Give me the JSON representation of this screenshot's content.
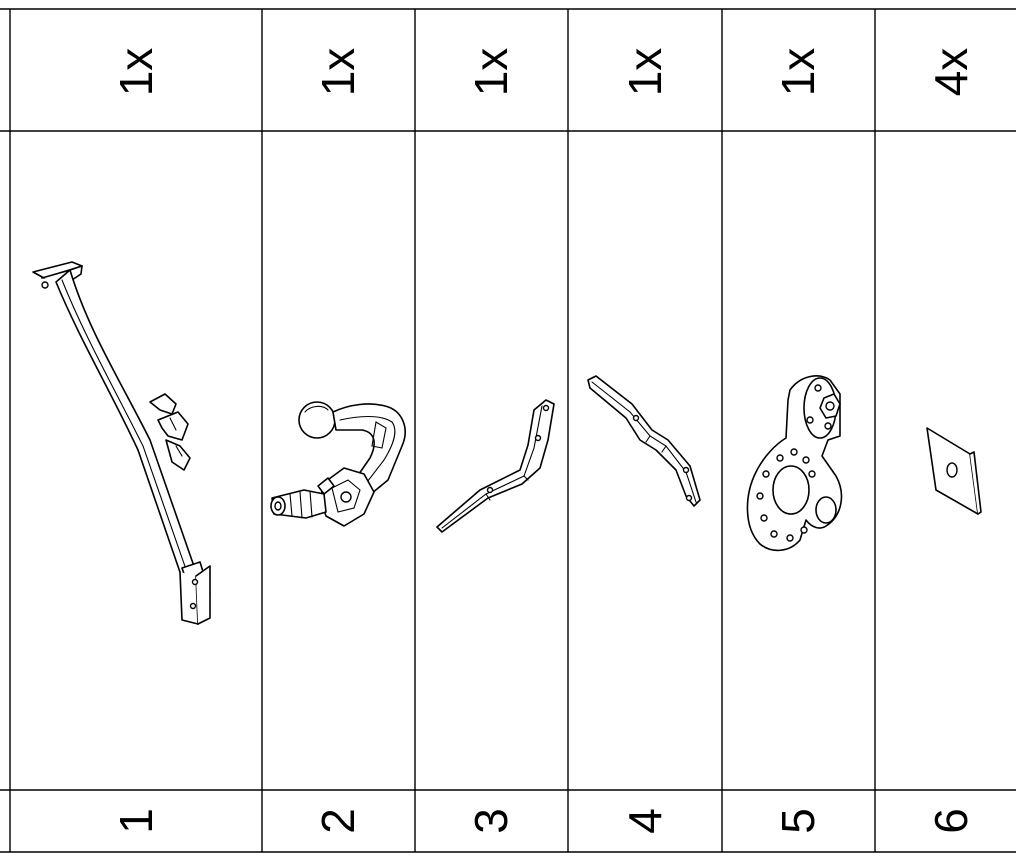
{
  "columns": [
    {
      "quantity": "1x",
      "number": "1",
      "icon": "cross-member-icon"
    },
    {
      "quantity": "1x",
      "number": "2",
      "icon": "tow-ball-hook-icon"
    },
    {
      "quantity": "1x",
      "number": "3",
      "icon": "bent-bracket-left-icon"
    },
    {
      "quantity": "1x",
      "number": "4",
      "icon": "bent-bracket-right-icon"
    },
    {
      "quantity": "1x",
      "number": "5",
      "icon": "socket-plate-icon"
    },
    {
      "quantity": "4x",
      "number": "6",
      "icon": "square-washer-icon"
    }
  ]
}
